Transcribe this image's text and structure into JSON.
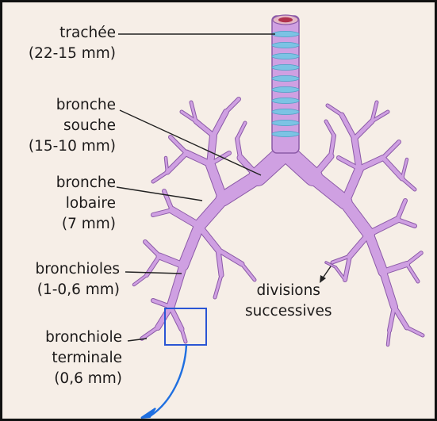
{
  "labels": {
    "trachee": [
      "trachée",
      "(22-15 mm)"
    ],
    "bronche_souche": [
      "bronche",
      "souche",
      "(15-10 mm)"
    ],
    "bronche_lobaire": [
      "bronche",
      "lobaire",
      "(7 mm)"
    ],
    "bronchioles": [
      "bronchioles",
      "(1-0,6 mm)"
    ],
    "bronchiole_terminale": [
      "bronchiole",
      "terminale",
      "(0,6 mm)"
    ],
    "divisions": [
      "divisions",
      "successives"
    ]
  },
  "colors": {
    "background": "#f6eee7",
    "airway": "#cfa0e2",
    "airway_outline": "#8c5aa8",
    "trachea_ring": "#7cc3e4",
    "highlight_box": "#2a55d4",
    "arrow": "#1f6fe0",
    "leader_line": "#222222",
    "lumen": "#b0324e"
  }
}
